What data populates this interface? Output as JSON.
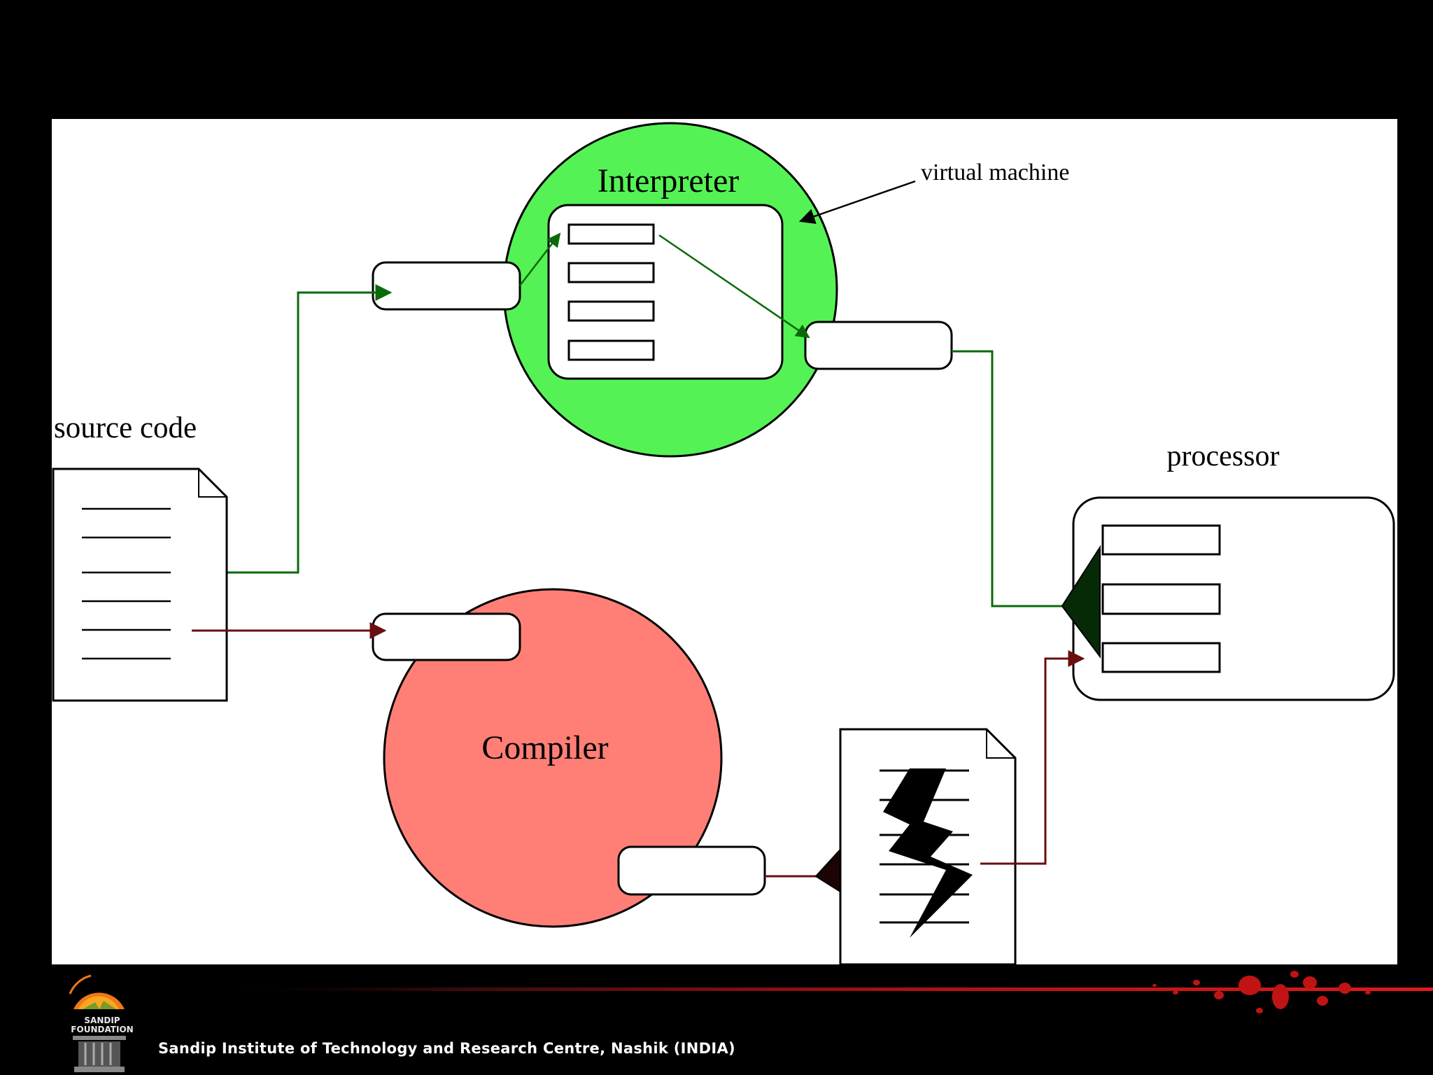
{
  "diagram": {
    "interpreter_label": "Interpreter",
    "virtual_machine_label": "virtual machine",
    "source_code_label": "source code",
    "processor_label": "processor",
    "compiler_label": "Compiler"
  },
  "footer": {
    "institute_text": "Sandip Institute of Technology and Research Centre, Nashik (INDIA)",
    "logo_text": "SANDIP\nFOUNDATION"
  },
  "colors": {
    "interpreter_fill": "#55f255",
    "compiler_fill": "#ff7f76",
    "interpreter_path": "#0a6a0a",
    "compiler_path": "#6a0f0f",
    "accent_red": "#d01818"
  },
  "icons": [
    "document-icon",
    "executable-bolt-icon",
    "foundation-logo-icon"
  ]
}
